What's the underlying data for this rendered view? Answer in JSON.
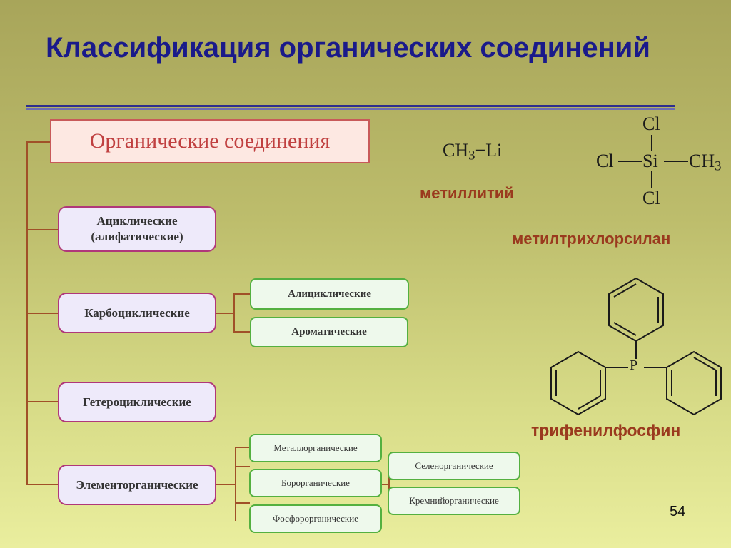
{
  "title": "Классификация органических соединений",
  "root": "Органические соединения",
  "classes": {
    "acyclic": "Ациклические (алифатические)",
    "carbocyclic": "Карбоциклические",
    "alicyclic": "Алициклические",
    "aromatic": "Ароматические",
    "heterocyclic": "Гетероциклические",
    "elementorganic": "Элементорганические",
    "metalorganic": "Металлорганические",
    "boronorganic": "Борорганические",
    "phosphorusorganic": "Фосфорорганические",
    "seleniumorganic": "Селенорганические",
    "siliconorganic": "Кремнийорганические"
  },
  "examples": {
    "methyllithium": {
      "formula_ch": "CH",
      "formula_sub": "3",
      "formula_dash": "−",
      "formula_li": "Li",
      "name": "метиллитий"
    },
    "methyltrichlorosilane": {
      "cl": "Cl",
      "si": "Si",
      "ch": "CH",
      "sub": "3",
      "name": "метилтрихлорсилан"
    },
    "triphenylphosphine": {
      "p": "P",
      "name": "трифенилфосфин"
    }
  },
  "page_number": "54"
}
